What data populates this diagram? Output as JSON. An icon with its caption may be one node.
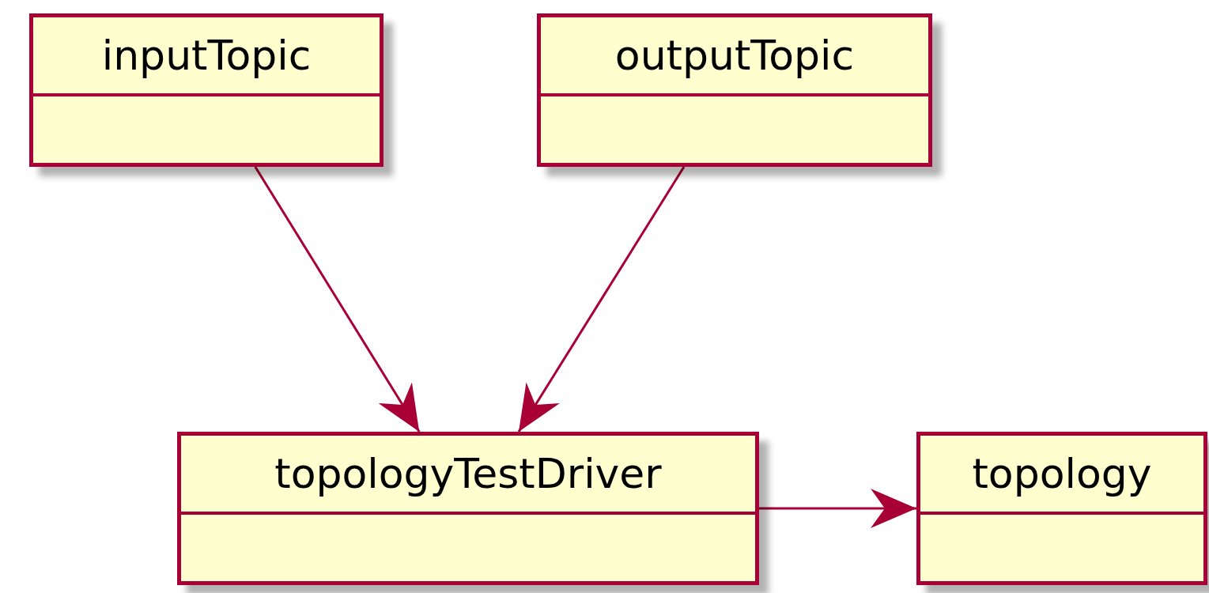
{
  "diagram": {
    "nodes": [
      {
        "text": [
          "inputTopic"
        ]
      },
      {
        "text": [
          "outputTopic"
        ]
      },
      {
        "text": [
          "topologyTestDriver"
        ]
      },
      {
        "text": [
          "topology"
        ]
      }
    ],
    "edges": [
      {
        "from": 0,
        "to": 2,
        "arrow": "to"
      },
      {
        "from": 1,
        "to": 2,
        "arrow": "to"
      },
      {
        "from": 2,
        "to": 3,
        "arrow": "to"
      }
    ]
  }
}
